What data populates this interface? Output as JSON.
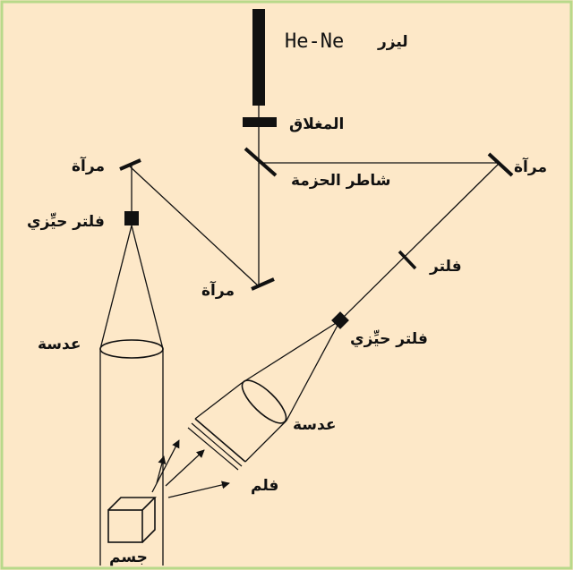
{
  "colors": {
    "background": "#FDE8C8",
    "frame": "#B8D98A",
    "ink": "#111111"
  },
  "labels": {
    "laser_name": "He-Ne",
    "laser_word": "ليزر",
    "shutter": "المغلاق",
    "beam_splitter": "شاطر الحزمة",
    "mirror_right": "مرآة",
    "mirror_top_left": "مرآة",
    "mirror_center": "مرآة",
    "spatial_filter_left": "فلتر حيِّزي",
    "spatial_filter_right": "فلتر حيِّزي",
    "filter": "فلتر",
    "lens_left": "عدسة",
    "lens_right": "عدسة",
    "film": "فلم",
    "object": "جسم"
  }
}
